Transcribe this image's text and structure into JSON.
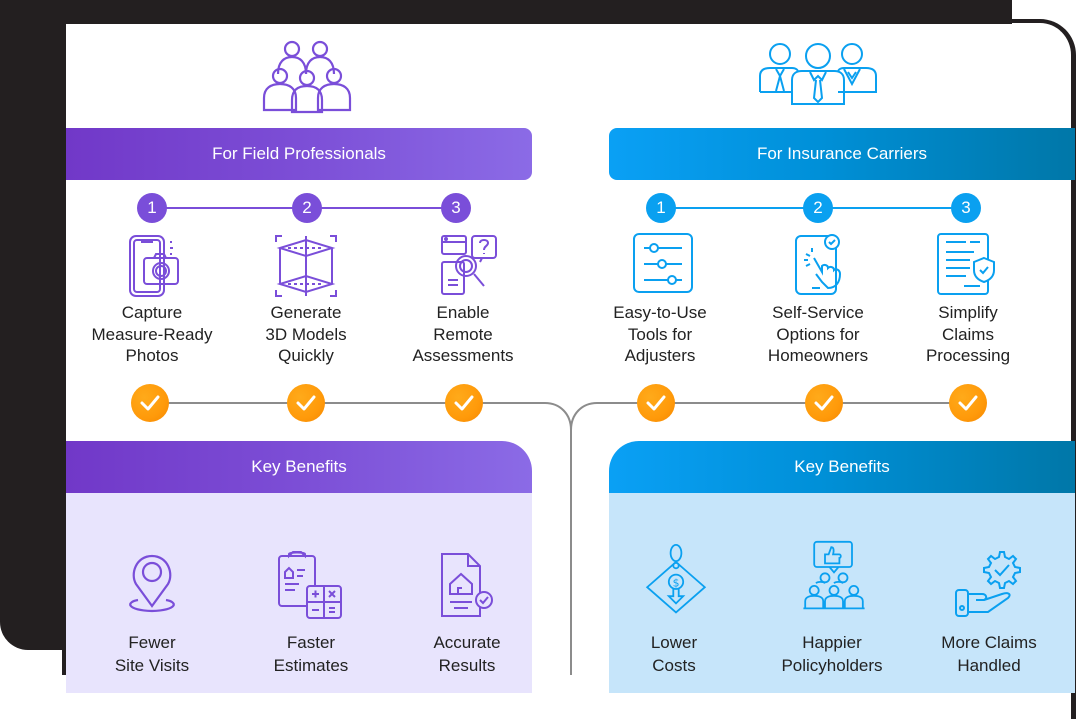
{
  "colors": {
    "purple": "#7a4ed9",
    "purple_light_panel": "#e8e4fd",
    "blue": "#0aa0f0",
    "blue_light_panel": "#c6e5fa",
    "check_orange": "#ff9a0a",
    "connector_gray": "#8c8c8c",
    "frame_dark": "#231f20"
  },
  "field_professionals": {
    "group_icon": "group-of-people-icon",
    "header": "For Field Professionals",
    "steps": [
      {
        "number": "1",
        "icon": "phone-camera-icon",
        "label_lines": [
          "Capture",
          "Measure-Ready",
          "Photos"
        ]
      },
      {
        "number": "2",
        "icon": "3d-cube-model-icon",
        "label_lines": [
          "Generate",
          "3D Models",
          "Quickly"
        ]
      },
      {
        "number": "3",
        "icon": "remote-assessment-search-icon",
        "label_lines": [
          "Enable",
          "Remote",
          "Assessments"
        ]
      }
    ],
    "benefits_header": "Key Benefits",
    "benefits": [
      {
        "icon": "location-pin-icon",
        "label_lines": [
          "Fewer",
          "Site Visits"
        ]
      },
      {
        "icon": "clipboard-calculator-icon",
        "label_lines": [
          "Faster",
          "Estimates"
        ]
      },
      {
        "icon": "house-document-check-icon",
        "label_lines": [
          "Accurate",
          "Results"
        ]
      }
    ]
  },
  "insurance_carriers": {
    "group_icon": "business-team-icon",
    "header": "For Insurance Carriers",
    "steps": [
      {
        "number": "1",
        "icon": "sliders-settings-icon",
        "label_lines": [
          "Easy-to-Use",
          "Tools for",
          "Adjusters"
        ]
      },
      {
        "number": "2",
        "icon": "tablet-touch-icon",
        "label_lines": [
          "Self-Service",
          "Options for",
          "Homeowners"
        ]
      },
      {
        "number": "3",
        "icon": "document-shield-icon",
        "label_lines": [
          "Simplify",
          "Claims",
          "Processing"
        ]
      }
    ],
    "benefits_header": "Key Benefits",
    "benefits": [
      {
        "icon": "price-tag-dollar-down-icon",
        "label_lines": [
          "Lower",
          "Costs"
        ]
      },
      {
        "icon": "people-thumbs-up-icon",
        "label_lines": [
          "Happier",
          "Policyholders"
        ]
      },
      {
        "icon": "hand-gear-check-icon",
        "label_lines": [
          "More Claims",
          "Handled"
        ]
      }
    ]
  }
}
